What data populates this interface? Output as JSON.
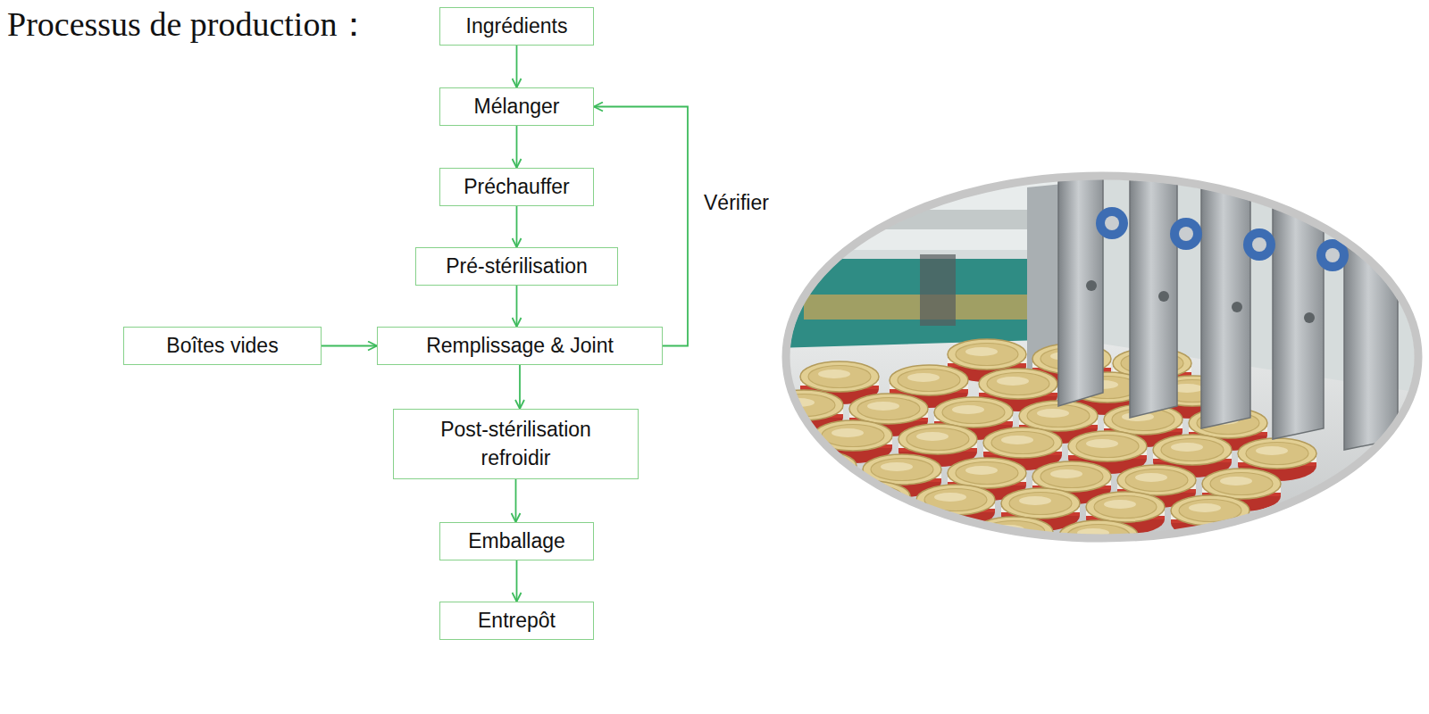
{
  "diagram": {
    "title": "Processus de production：",
    "nodes": [
      {
        "text": [
          "Ingrédients"
        ]
      },
      {
        "text": [
          "Mélanger"
        ]
      },
      {
        "text": [
          "Préchauffer"
        ]
      },
      {
        "text": [
          "Pré-stérilisation"
        ]
      },
      {
        "text": [
          "Boîtes vides"
        ]
      },
      {
        "text": [
          "Remplissage & Joint"
        ]
      },
      {
        "text": [
          "Post-stérilisation refroidir"
        ]
      },
      {
        "text": [
          "Emballage"
        ]
      },
      {
        "text": [
          "Entrepôt"
        ]
      }
    ],
    "edges": [
      {
        "from": 0,
        "to": 1,
        "arrow": "to"
      },
      {
        "from": 1,
        "to": 2,
        "arrow": "to"
      },
      {
        "from": 2,
        "to": 3,
        "arrow": "to"
      },
      {
        "from": 3,
        "to": 5,
        "arrow": "to"
      },
      {
        "from": 4,
        "to": 5,
        "arrow": "to"
      },
      {
        "from": 5,
        "to": 1,
        "label": "Vérifier",
        "arrow": "to"
      },
      {
        "from": 5,
        "to": 6,
        "arrow": "to"
      },
      {
        "from": 6,
        "to": 7,
        "arrow": "to"
      },
      {
        "from": 7,
        "to": 8,
        "arrow": "to"
      }
    ]
  }
}
